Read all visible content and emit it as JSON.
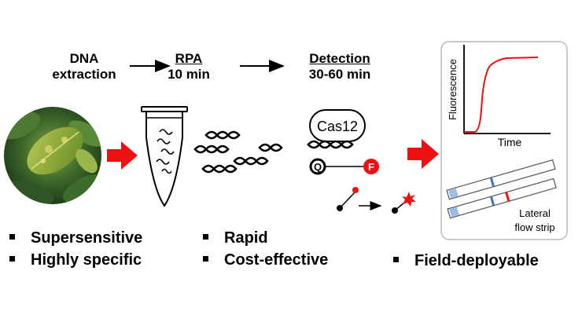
{
  "steps": {
    "dna_line1": "DNA",
    "dna_line2": "extraction",
    "rpa_line1": "RPA",
    "rpa_line2": "10 min",
    "det_line1": "Detection",
    "det_line2": "30-60 min"
  },
  "cas_label": "Cas12",
  "quencher_label": "Q",
  "fluor_label": "F",
  "plot": {
    "ylabel": "Fluorescence",
    "xlabel": "Time"
  },
  "strip_label_line1": "Lateral",
  "strip_label_line2": "flow strip",
  "bullets": {
    "b1": "Supersensitive",
    "b2": "Highly specific",
    "b3": "Rapid",
    "b4": "Cost-effective",
    "b5": "Field-deployable"
  },
  "colors": {
    "accent_red": "#ee1111",
    "strip_blue": "#7aa6dd"
  }
}
